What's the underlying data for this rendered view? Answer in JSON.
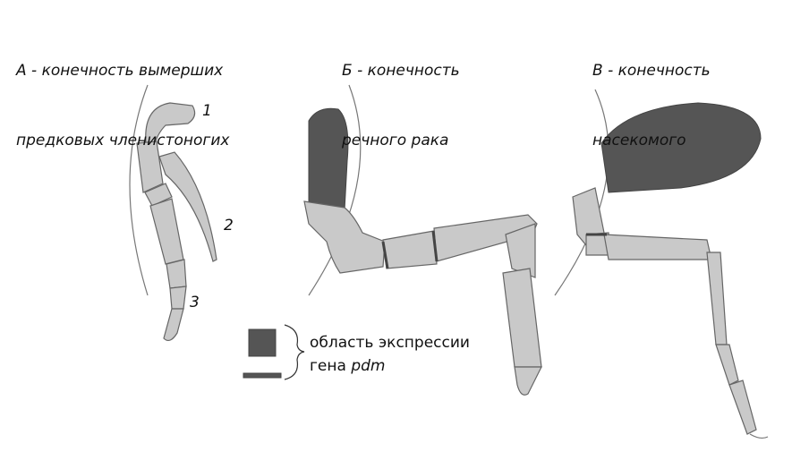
{
  "panels": [
    {
      "title_line1": "А - конечность вымерших",
      "title_line2": "предковых членистоногих"
    },
    {
      "title_line1": "Б - конечность",
      "title_line2": "речного рака"
    },
    {
      "title_line1": "В - конечность",
      "title_line2": "насекомого"
    }
  ],
  "labels": [
    "1",
    "2",
    "3"
  ],
  "legend": {
    "line1": "область экспрессии",
    "line2_prefix": "гена ",
    "gene": "pdm"
  },
  "colors": {
    "segment": "#c9c9c9",
    "expression": "#555555"
  }
}
